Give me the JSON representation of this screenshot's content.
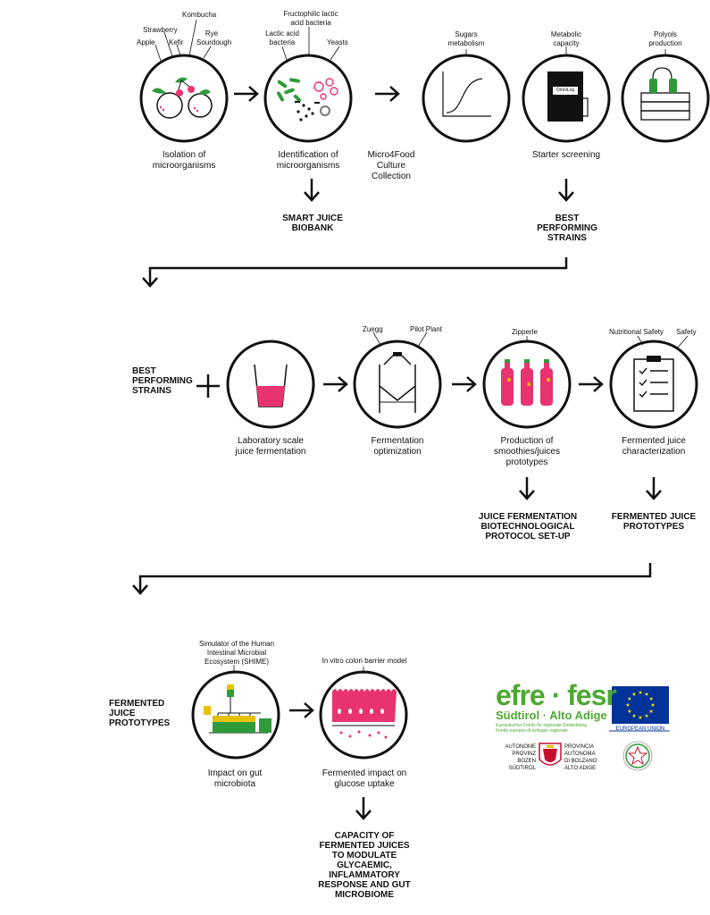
{
  "row1": {
    "source_labels": [
      "Apple",
      "Strawberry",
      "Kefir",
      "Kombucha",
      "Rye Sourdough"
    ],
    "micro_labels": [
      "Lactic acid bacteria",
      "Fructophilic lactic acid bacteria",
      "Yeasts"
    ],
    "screen_labels": [
      "Sugars metabolism",
      "Metabolic capacity",
      "Polyols production"
    ],
    "omnilog_text": "OmniLog",
    "cap_isolation": "Isolation of microorganisms",
    "cap_identification": "Identification of microorganisms",
    "cap_collection": "Micro4Food Culture Collection",
    "cap_starter": "Starter screening",
    "out_biobank": "SMART JUICE BIOBANK",
    "out_strains": "BEST PERFORMING STRAINS"
  },
  "row2": {
    "input_label": "BEST PERFORMING STRAINS",
    "top_labels": [
      "Zuegg",
      "Pilot Plant",
      "Zipperle",
      "Nutritional Safety",
      "Safety"
    ],
    "cap_lab": "Laboratory scale juice fermentation",
    "cap_opt": "Fermentation optimization",
    "cap_prod": "Production of smoothies/juices prototypes",
    "cap_char": "Fermented juice characterization",
    "out_protocol": "JUICE FERMENTATION BIOTECHNOLOGICAL PROTOCOL SET-UP",
    "out_prototypes": "FERMENTED JUICE PROTOTYPES"
  },
  "row3": {
    "input_label": "FERMENTED JUICE PROTOTYPES",
    "shime_label": "Simulator of the Human Intestinal Microbial Ecosystem (SHIME)",
    "colon_label": "In vitro colon barrier model",
    "cap_gut": "Impact on gut microbiota",
    "cap_glucose": "Fermented impact on glucose uptake",
    "out_capacity": "CAPACITY OF FERMENTED JUICES TO MODULATE GLYCAEMIC, INFLAMMATORY RESPONSE AND GUT MICROBIOME"
  },
  "logos": {
    "efre": "efre · fesr",
    "region": "Südtirol · Alto Adige",
    "efre_sub1": "Europäischer Fonds für regionale Entwicklung",
    "efre_sub2": "Fondo europeo di sviluppo regionale",
    "eu": "EUROPEAN UNION",
    "prov_de": [
      "AUTONOME",
      "PROVINZ",
      "BOZEN",
      "SÜDTIROL"
    ],
    "prov_it": [
      "PROVINCIA",
      "AUTONOMA",
      "DI BOLZANO",
      "ALTO ADIGE"
    ]
  },
  "colors": {
    "pink": "#e8336f",
    "green": "#2f9a3a",
    "yellow": "#e6c200",
    "blue": "#003399",
    "efre_green": "#4da832"
  }
}
